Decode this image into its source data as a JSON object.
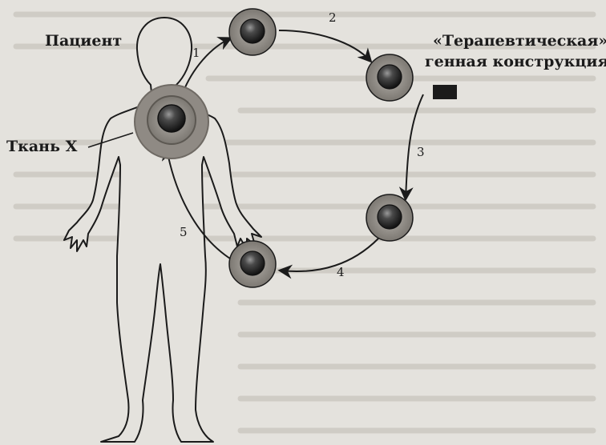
{
  "labels": {
    "patient": "Пациент",
    "tissue": "Ткань X",
    "construct_line1": "«Терапевтическая»",
    "construct_line2": "генная конструкция"
  },
  "steps": [
    "1",
    "2",
    "3",
    "4",
    "5"
  ],
  "colors": {
    "background": "#e4e2dd",
    "ink": "#1b1b1b",
    "cell_outer": "#8a8580",
    "cell_nucleus": "#2b2b2b"
  }
}
